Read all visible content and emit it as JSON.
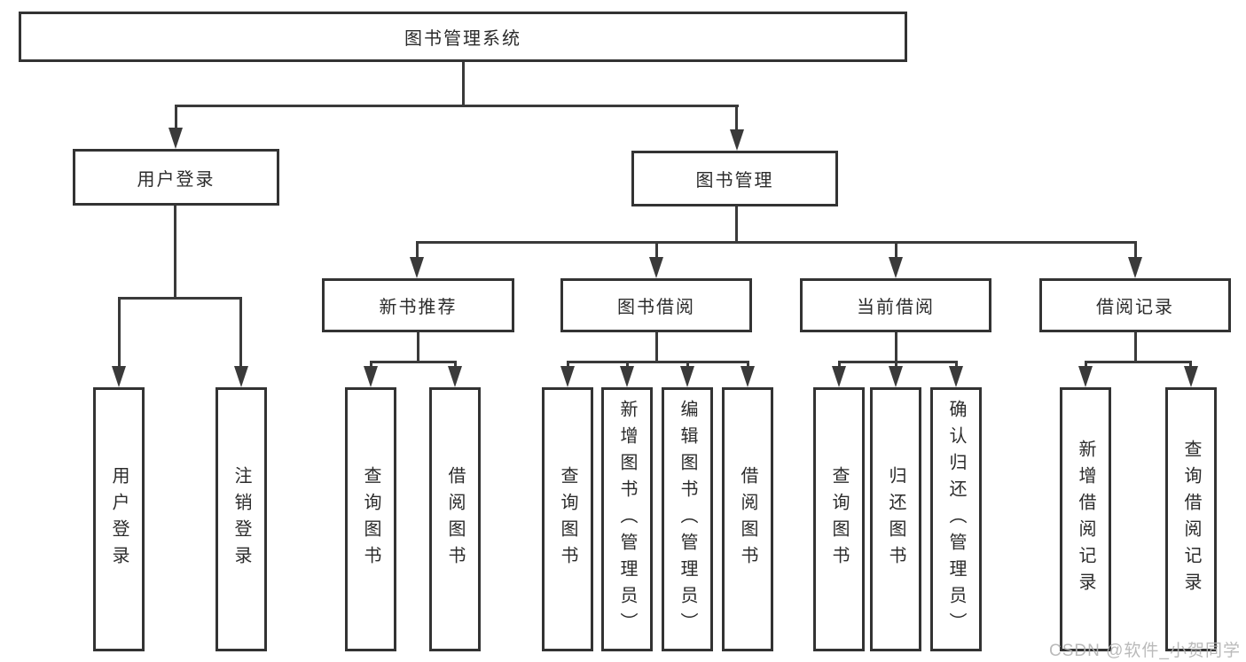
{
  "diagram": {
    "title": "图书管理系统",
    "watermark": "CSDN @软件_小贺同学",
    "colors": {
      "line": "#3a3a3a",
      "border": "#333333",
      "text": "#2b2b2b",
      "watermark": "#b3b3b3",
      "background": "#ffffff"
    },
    "root": {
      "label": "图书管理系统"
    },
    "level2": [
      {
        "label": "用户登录"
      },
      {
        "label": "图书管理"
      }
    ],
    "level3": [
      {
        "label": "新书推荐"
      },
      {
        "label": "图书借阅"
      },
      {
        "label": "当前借阅"
      },
      {
        "label": "借阅记录"
      }
    ],
    "leaves": {
      "user_login": [
        "用户登录",
        "注销登录"
      ],
      "new_book": [
        "查询图书",
        "借阅图书"
      ],
      "book_borrow": [
        "查询图书",
        "新增图书（管理员）",
        "编辑图书（管理员）",
        "借阅图书"
      ],
      "current_borrow": [
        "查询图书",
        "归还图书",
        "确认归还（管理员）"
      ],
      "borrow_record": [
        "新增借阅记录",
        "查询借阅记录"
      ]
    }
  }
}
